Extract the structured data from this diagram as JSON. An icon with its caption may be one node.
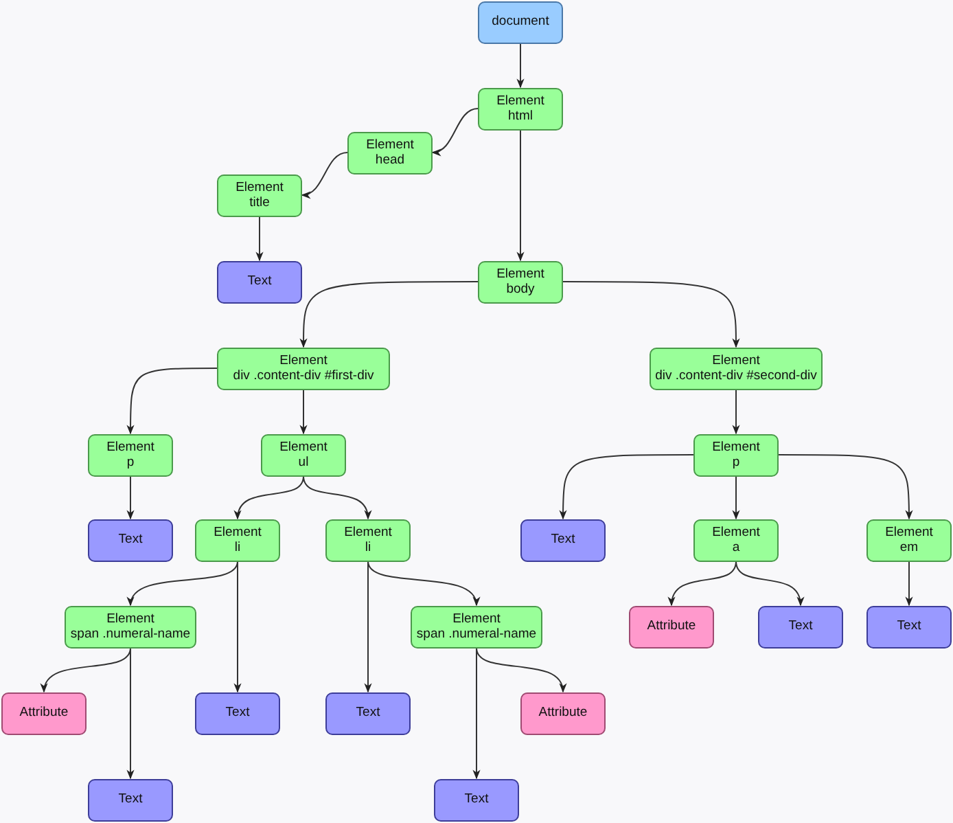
{
  "diagram": {
    "nodes": [
      {
        "text": [
          "document"
        ]
      },
      {
        "text": [
          "Element",
          "html"
        ]
      },
      {
        "text": [
          "Element",
          "head"
        ]
      },
      {
        "text": [
          "Element",
          "title"
        ]
      },
      {
        "text": [
          "Text"
        ]
      },
      {
        "text": [
          "Element",
          "body"
        ]
      },
      {
        "text": [
          "Element",
          "div .content-div #first-div"
        ]
      },
      {
        "text": [
          "Element",
          "div .content-div #second-div"
        ]
      },
      {
        "text": [
          "Element",
          "p"
        ]
      },
      {
        "text": [
          "Element",
          "ul"
        ]
      },
      {
        "text": [
          "Element",
          "p"
        ]
      },
      {
        "text": [
          "Text"
        ]
      },
      {
        "text": [
          "Element",
          "li"
        ]
      },
      {
        "text": [
          "Element",
          "li"
        ]
      },
      {
        "text": [
          "Text"
        ]
      },
      {
        "text": [
          "Element",
          "a"
        ]
      },
      {
        "text": [
          "Element",
          "em"
        ]
      },
      {
        "text": [
          "Element",
          "span .numeral-name"
        ]
      },
      {
        "text": [
          "Element",
          "span .numeral-name"
        ]
      },
      {
        "text": [
          "Attribute"
        ]
      },
      {
        "text": [
          "Text"
        ]
      },
      {
        "text": [
          "Text"
        ]
      },
      {
        "text": [
          "Attribute"
        ]
      },
      {
        "text": [
          "Text"
        ]
      },
      {
        "text": [
          "Text"
        ]
      },
      {
        "text": [
          "Attribute"
        ]
      },
      {
        "text": [
          "Text"
        ]
      },
      {
        "text": [
          "Text"
        ]
      }
    ],
    "edges": [
      {
        "from": 0,
        "to": 1,
        "arrow": "to"
      },
      {
        "from": 1,
        "to": 2,
        "arrow": "to"
      },
      {
        "from": 1,
        "to": 5,
        "arrow": "to"
      },
      {
        "from": 2,
        "to": 3,
        "arrow": "to"
      },
      {
        "from": 3,
        "to": 4,
        "arrow": "to"
      },
      {
        "from": 5,
        "to": 6,
        "arrow": "to"
      },
      {
        "from": 5,
        "to": 7,
        "arrow": "to"
      },
      {
        "from": 6,
        "to": 8,
        "arrow": "to"
      },
      {
        "from": 6,
        "to": 9,
        "arrow": "to"
      },
      {
        "from": 7,
        "to": 10,
        "arrow": "to"
      },
      {
        "from": 8,
        "to": 11,
        "arrow": "to"
      },
      {
        "from": 9,
        "to": 12,
        "arrow": "to"
      },
      {
        "from": 9,
        "to": 13,
        "arrow": "to"
      },
      {
        "from": 10,
        "to": 14,
        "arrow": "to"
      },
      {
        "from": 10,
        "to": 15,
        "arrow": "to"
      },
      {
        "from": 10,
        "to": 16,
        "arrow": "to"
      },
      {
        "from": 12,
        "to": 17,
        "arrow": "to"
      },
      {
        "from": 12,
        "to": 23,
        "arrow": "to"
      },
      {
        "from": 13,
        "to": 24,
        "arrow": "to"
      },
      {
        "from": 13,
        "to": 18,
        "arrow": "to"
      },
      {
        "from": 15,
        "to": 19,
        "arrow": "to"
      },
      {
        "from": 15,
        "to": 20,
        "arrow": "to"
      },
      {
        "from": 16,
        "to": 21,
        "arrow": "to"
      },
      {
        "from": 17,
        "to": 22,
        "arrow": "to"
      },
      {
        "from": 17,
        "to": 26,
        "arrow": "to"
      },
      {
        "from": 18,
        "to": 25,
        "arrow": "to"
      },
      {
        "from": 18,
        "to": 27,
        "arrow": "to"
      }
    ]
  }
}
